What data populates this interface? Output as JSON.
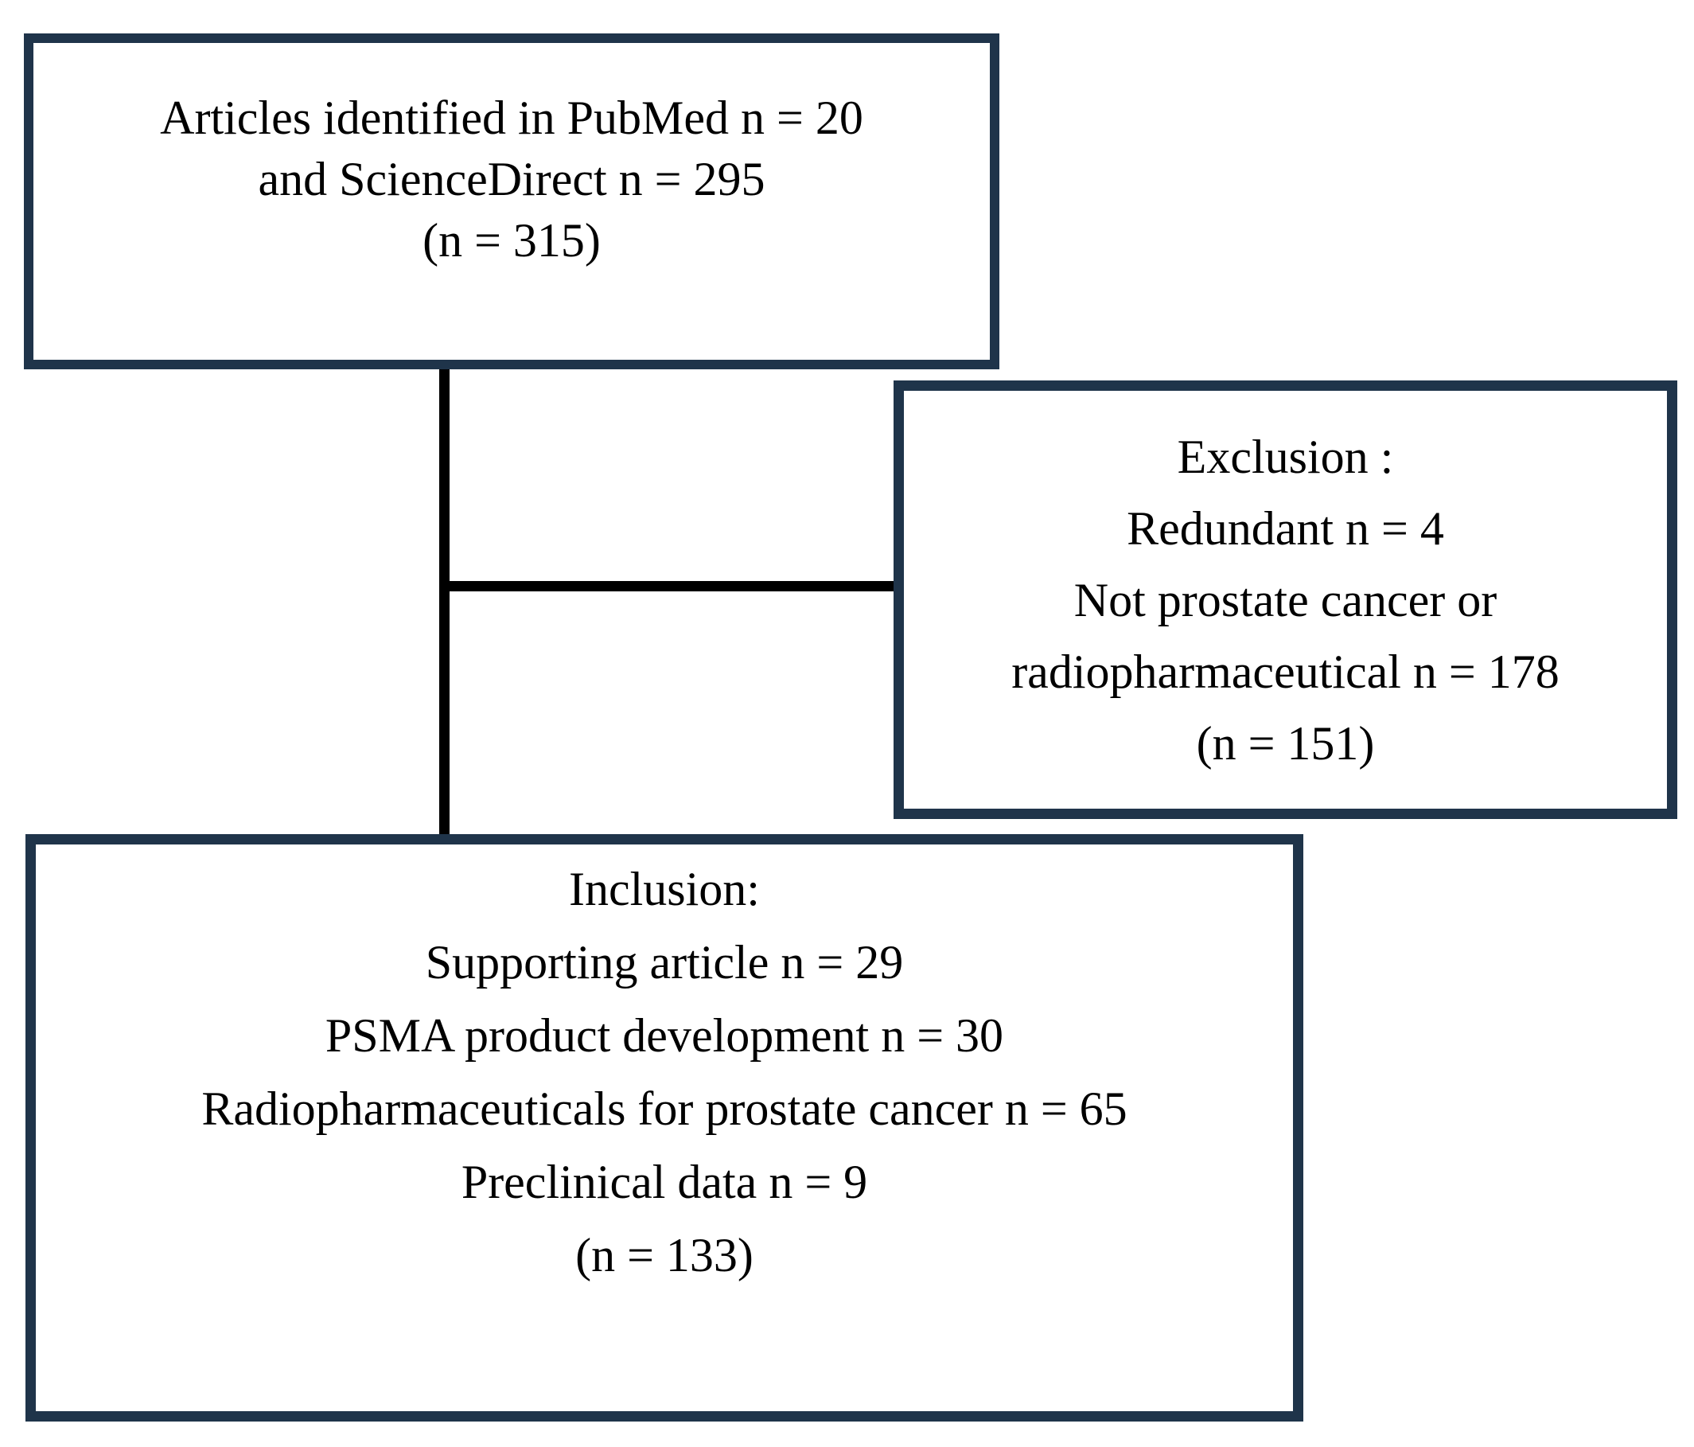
{
  "flowchart": {
    "colors": {
      "box_border": "#1f344a",
      "connector": "#000000",
      "text": "#000000",
      "background": "#ffffff"
    },
    "identification_box": {
      "lines": [
        "Articles identified in PubMed n = 20",
        "and ScienceDirect n = 295",
        "(n = 315)"
      ]
    },
    "exclusion_box": {
      "lines": [
        "Exclusion :",
        "Redundant n = 4",
        "Not prostate cancer or",
        "radiopharmaceutical n = 178",
        "(n = 151)"
      ]
    },
    "inclusion_box": {
      "lines": [
        "Inclusion:",
        "Supporting article n = 29",
        "PSMA product development n = 30",
        "Radiopharmaceuticals for prostate cancer n = 65",
        "Preclinical data n = 9",
        "(n = 133)"
      ]
    }
  }
}
